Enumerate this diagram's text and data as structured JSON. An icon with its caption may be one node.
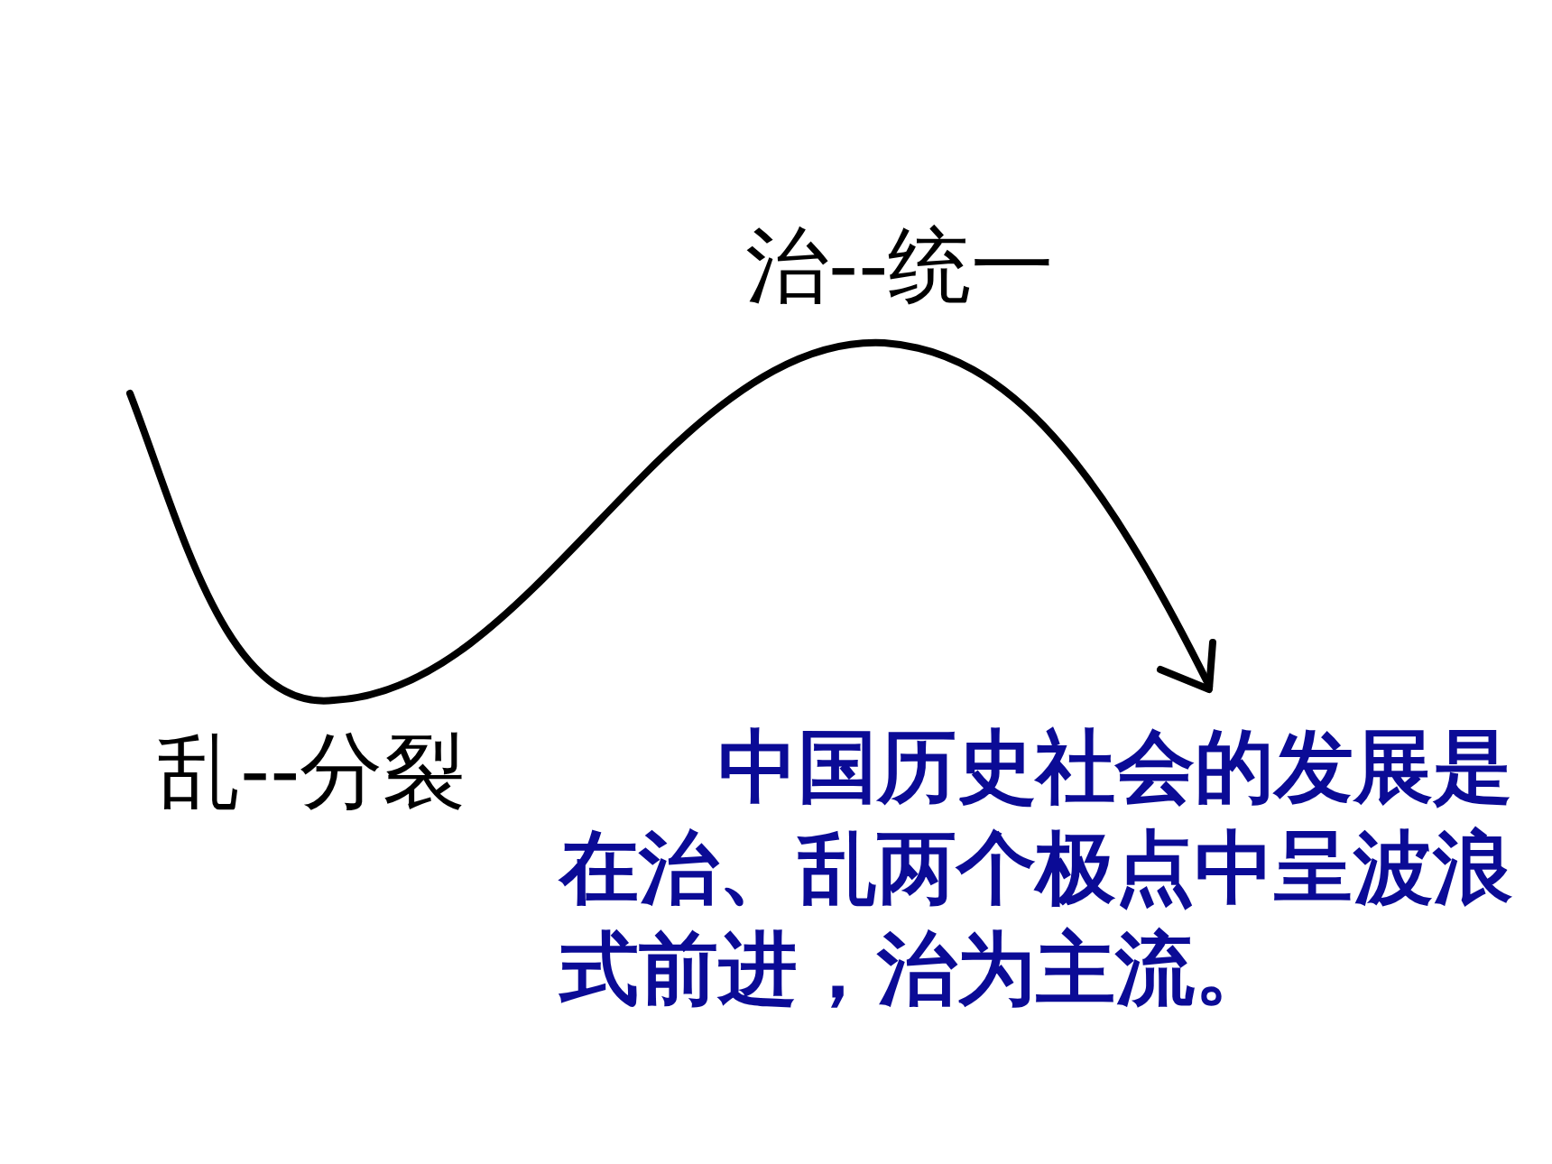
{
  "diagram": {
    "labels": [
      "治--统一",
      "乱--分裂",
      "中国历史社会的发展是在治、乱两个极点中呈波浪式前进，治为主流。"
    ]
  }
}
